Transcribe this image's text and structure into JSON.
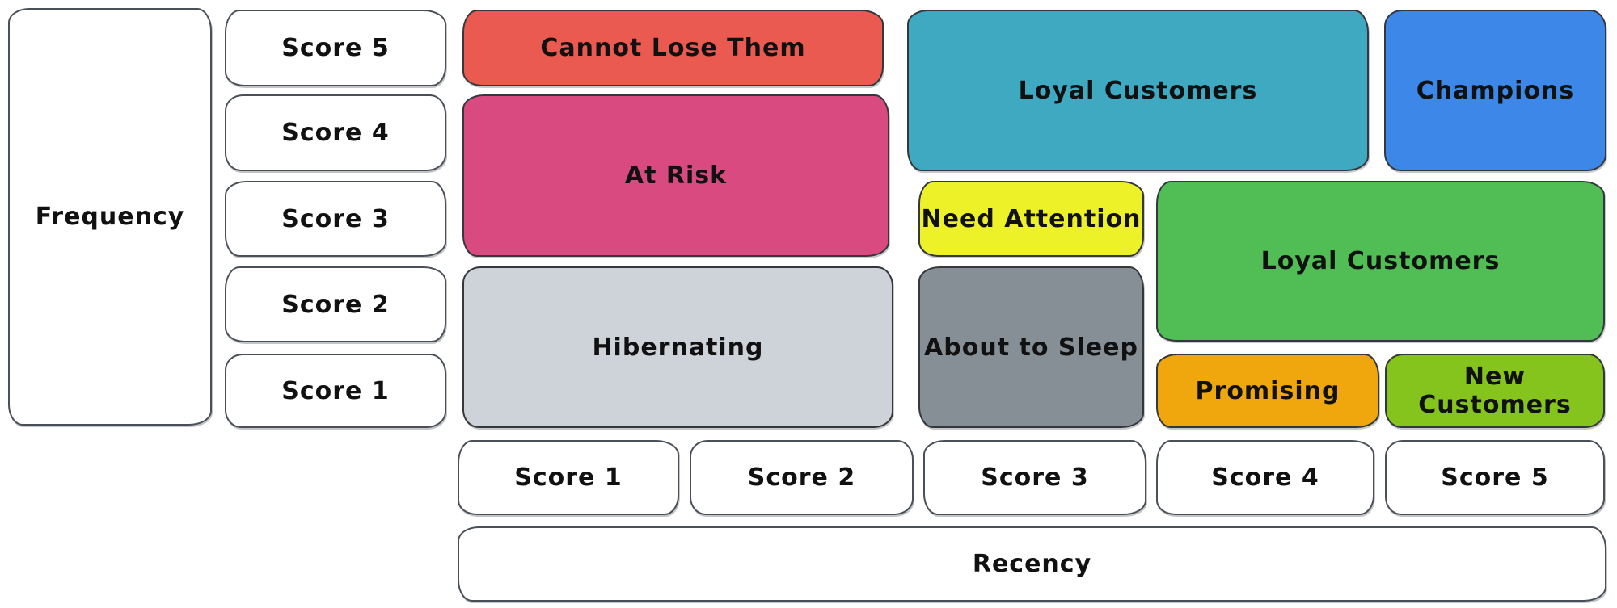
{
  "palette": {
    "background": "#ffffff",
    "segment_outline": "#34383d",
    "white_box_outline": "#4a5058",
    "text": "#111111"
  },
  "frequency_axis": {
    "label": "Frequency",
    "scores": [
      "Score 5",
      "Score 4",
      "Score 3",
      "Score 2",
      "Score 1"
    ]
  },
  "recency_axis": {
    "label": "Recency",
    "scores": [
      "Score 1",
      "Score 2",
      "Score 3",
      "Score 4",
      "Score 5"
    ]
  },
  "segments": {
    "cannot_lose_them": {
      "label": "Cannot Lose Them",
      "color": "#ea5a50"
    },
    "at_risk": {
      "label": "At Risk",
      "color": "#d94b80"
    },
    "hibernating": {
      "label": "Hibernating",
      "color": "#ced3da"
    },
    "loyal_customers_top": {
      "label": "Loyal Customers",
      "color": "#3fa9c2"
    },
    "need_attention": {
      "label": "Need Attention",
      "color": "#edf228"
    },
    "about_to_sleep": {
      "label": "About to Sleep",
      "color": "#868e96"
    },
    "champions": {
      "label": "Champions",
      "color": "#3d87e8"
    },
    "loyal_customers_mid": {
      "label": "Loyal Customers",
      "color": "#51bd55"
    },
    "promising": {
      "label": "Promising",
      "color": "#efa70d"
    },
    "new_customers": {
      "label": "New Customers",
      "color": "#85c41c"
    }
  }
}
